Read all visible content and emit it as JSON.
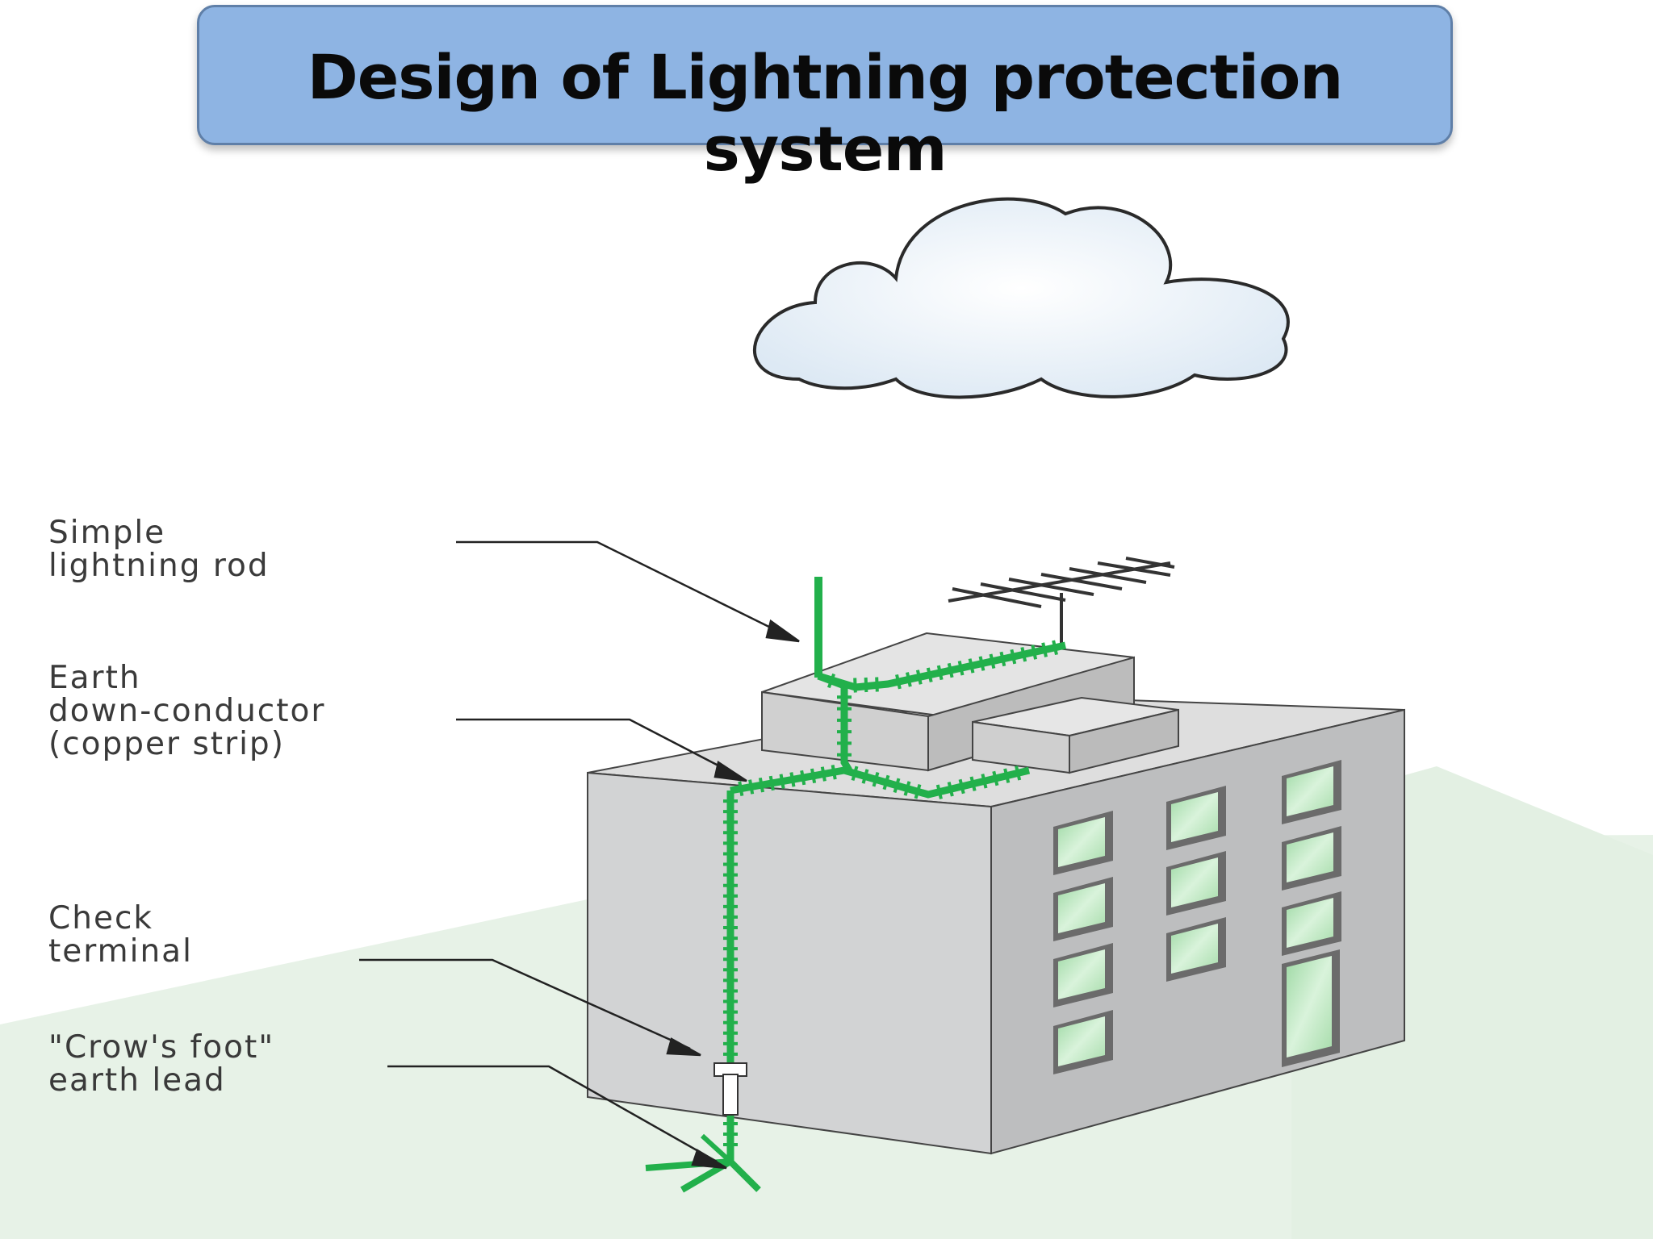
{
  "title": "Design of Lightning protection system",
  "labels": {
    "lightning_rod": [
      "Simple",
      "lightning rod"
    ],
    "down_conductor": [
      "Earth",
      "down-conductor",
      "(copper strip)"
    ],
    "check_terminal": [
      "Check",
      "terminal"
    ],
    "earth_lead": [
      "\"Crow's foot\"",
      "earth lead"
    ]
  },
  "colors": {
    "title_bg": "#8eb4e3",
    "conductor": "#22b04b",
    "building": "#c9cacb",
    "ground": "#e6f2e6",
    "window_glass": "#b4e5b8"
  }
}
